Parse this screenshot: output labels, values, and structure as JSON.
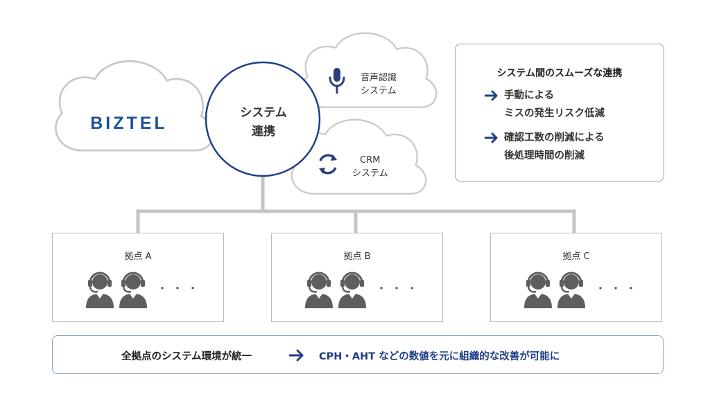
{
  "colors": {
    "navy": "#1f3e85",
    "brand": "#1d4f9c",
    "cloud_fill": "#ffffff",
    "cloud_stroke": "#c9c9c9",
    "connector": "#c4c4c4",
    "icon": "#2a3f7a",
    "agent": "#5e5e5e"
  },
  "brand_cloud": {
    "logo_text": "BIZTEL"
  },
  "hub": {
    "line1": "システム",
    "line2": "連携"
  },
  "voice_cloud": {
    "icon": "microphone-icon",
    "line1": "音声認識",
    "line2": "システム"
  },
  "crm_cloud": {
    "icon": "sync-icon",
    "line1": "CRM",
    "line2": "システム"
  },
  "benefits_panel": {
    "title": "システム間のスムーズな連携",
    "items": [
      {
        "icon": "arrow-right-icon",
        "line1": "手動による",
        "line2": "ミスの発生リスク低減"
      },
      {
        "icon": "arrow-right-icon",
        "line1": "確認工数の削減による",
        "line2": "後処理時間の削減"
      }
    ]
  },
  "sites": [
    {
      "label": "拠点 A",
      "agent_icon": "headset-agent-icon",
      "ellipsis": "・・・"
    },
    {
      "label": "拠点 B",
      "agent_icon": "headset-agent-icon",
      "ellipsis": "・・・"
    },
    {
      "label": "拠点 C",
      "agent_icon": "headset-agent-icon",
      "ellipsis": "・・・"
    }
  ],
  "summary": {
    "left": "全拠点のシステム環境が統一",
    "arrow_icon": "arrow-right-icon",
    "right": "CPH・AHT などの数値を元に組織的な改善が可能に"
  }
}
